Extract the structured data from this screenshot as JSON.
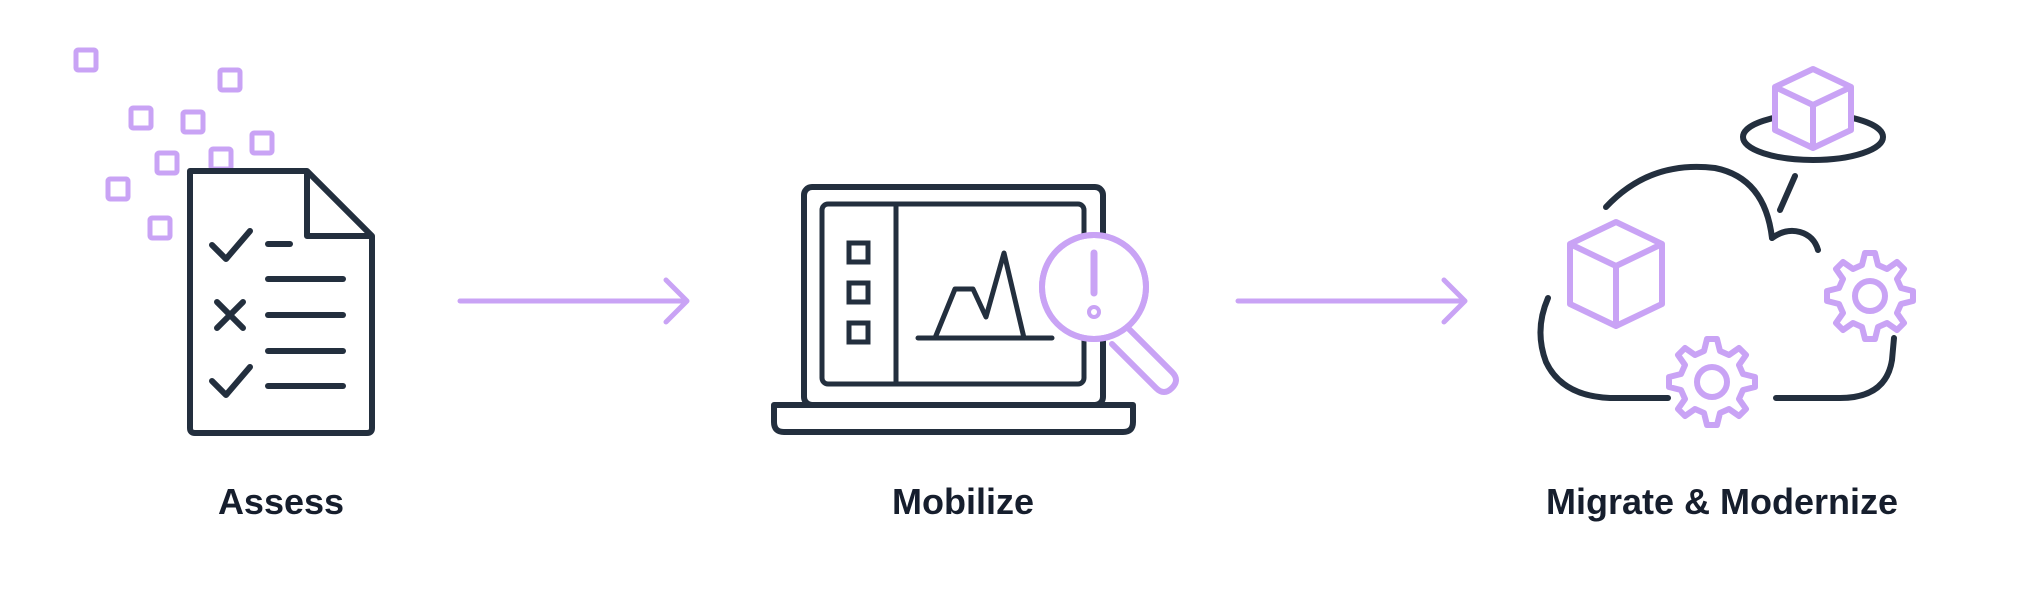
{
  "steps": [
    {
      "label": "Assess",
      "icon": "checklist-document-icon"
    },
    {
      "label": "Mobilize",
      "icon": "laptop-analytics-magnifier-icon"
    },
    {
      "label": "Migrate & Modernize",
      "icon": "cloud-cubes-gears-icon"
    }
  ],
  "connectors": [
    "arrow-right-icon",
    "arrow-right-icon"
  ],
  "colors": {
    "outline": "#232f3e",
    "accent": "#c9a3f5",
    "text": "#161e2d"
  }
}
